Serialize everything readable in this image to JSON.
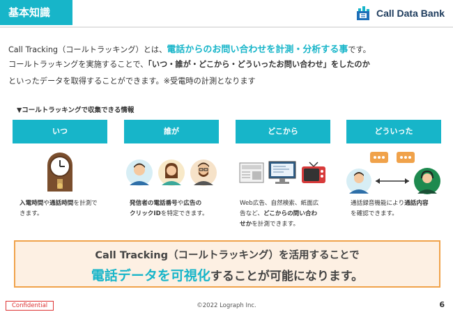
{
  "header": {
    "title": "基本知識",
    "logo_text": "Call Data Bank"
  },
  "intro": {
    "l1_a": "Call Tracking（コールトラッキング）とは、",
    "l1_b": "電話からのお問い合わせを計測・分析する事",
    "l1_c": "です。",
    "l2_a": "コールトラッキングを実施することで、",
    "l2_b": "「いつ・誰が・どこから・どういったお問い合わせ」をしたのか",
    "l3": "といったデータを取得することができます。※受電時の計測となります"
  },
  "section_label": "▼コールトラッキングで収集できる情報",
  "cards": [
    {
      "title": "いつ",
      "d1_b": "入電時間",
      "d1_a": "や",
      "d1_c": "通話時間",
      "d1_d": "を計測で",
      "d2": "きます。"
    },
    {
      "title": "誰が",
      "d1_b": "発信者の電話番号",
      "d1_a": "や",
      "d1_c": "広告の",
      "d2_b": "クリックID",
      "d2_a": "を特定できます。"
    },
    {
      "title": "どこから",
      "d1": "Web広告、自然検索、紙面広",
      "d2_a": "告など、",
      "d2_b": "どこからの問い合わ",
      "d3_b": "せか",
      "d3_a": "を計測できます。"
    },
    {
      "title": "どういった",
      "d1_a": "通話録音機能により",
      "d1_b": "通話内容",
      "d2": "を確認できます。"
    }
  ],
  "banner": {
    "line1": "Call Tracking（コールトラッキング）を活用することで",
    "line2_hl": "電話データを可視化",
    "line2_rest": "することが可能になります。"
  },
  "footer": {
    "confidential": "Confidential",
    "copyright": "©2022 Lograph Inc.",
    "page": "6"
  },
  "colors": {
    "accent": "#17b5c9",
    "banner_bg": "#fdf0e3",
    "banner_border": "#f0a24a"
  }
}
